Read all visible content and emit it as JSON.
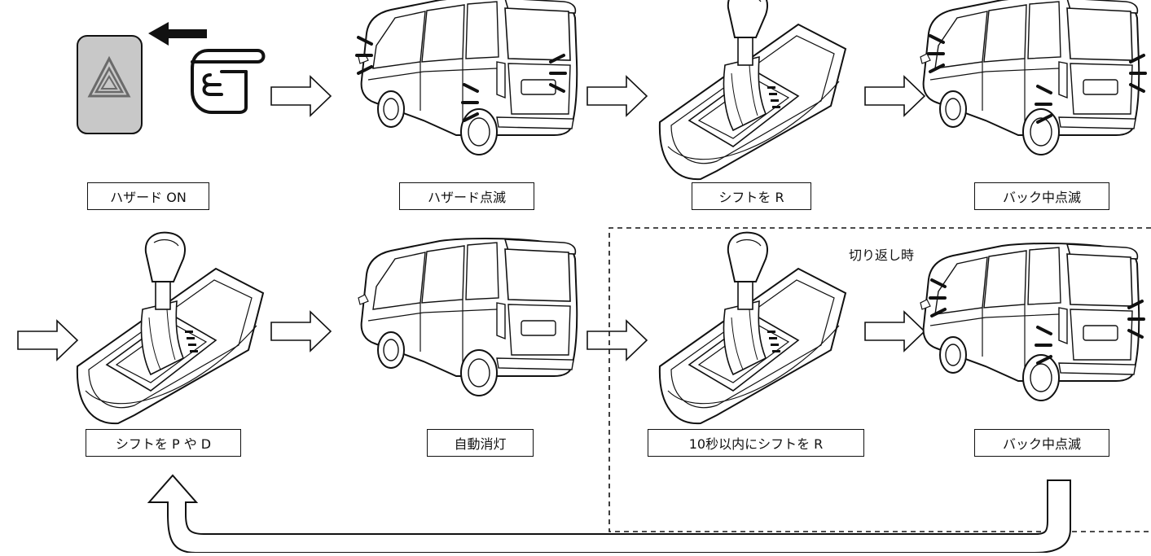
{
  "steps": {
    "hazard_on": "ハザード ON",
    "hazard_blink": "ハザード点滅",
    "shift_r": "シフトを R",
    "back_blink_1": "バック中点滅",
    "shift_p_or_d": "シフトを P や D",
    "auto_off": "自動消灯",
    "shift_r_within_10s": "10秒以内にシフトを R",
    "back_blink_2": "バック中点滅"
  },
  "turnaround_group": {
    "title": "切り返し時"
  },
  "icons": {
    "hazard_button": "hazard-button-icon",
    "press_hand": "pointing-hand-icon",
    "push_arrow": "left-arrow-icon",
    "van": "minivan-icon",
    "shifter": "shift-lever-icon",
    "flow_arrow": "hollow-right-arrow-icon",
    "loop_arrow": "return-loop-arrow-icon"
  },
  "colors": {
    "line": "#111111",
    "hazard_button_fill": "#c8c8c8",
    "background": "#ffffff"
  }
}
